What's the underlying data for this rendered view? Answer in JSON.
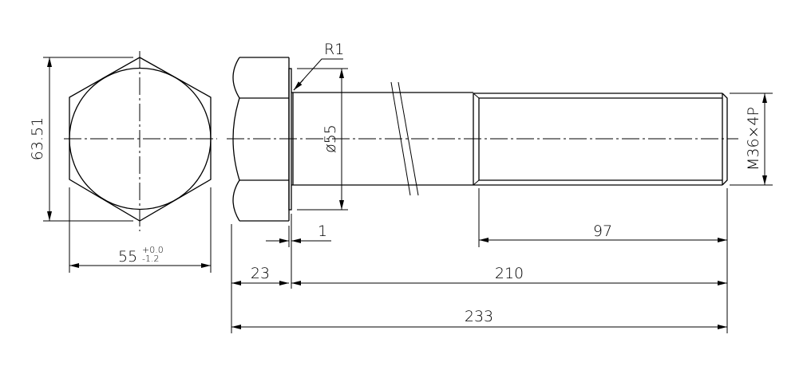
{
  "drawing": {
    "title": "Hex bolt drawing",
    "stroke_color": "#000000",
    "background_color": "#ffffff",
    "dimensions": {
      "across_corners": "63.51",
      "across_flats": "55",
      "across_flats_tol_upper": "+0.0",
      "across_flats_tol_lower": "-1.2",
      "fillet_radius": "R1",
      "shank_diameter": "ø55",
      "thread": "M36×4P",
      "washer_face": "1",
      "thread_length": "97",
      "head_height": "23",
      "shank_length": "210",
      "total_length": "233"
    }
  }
}
